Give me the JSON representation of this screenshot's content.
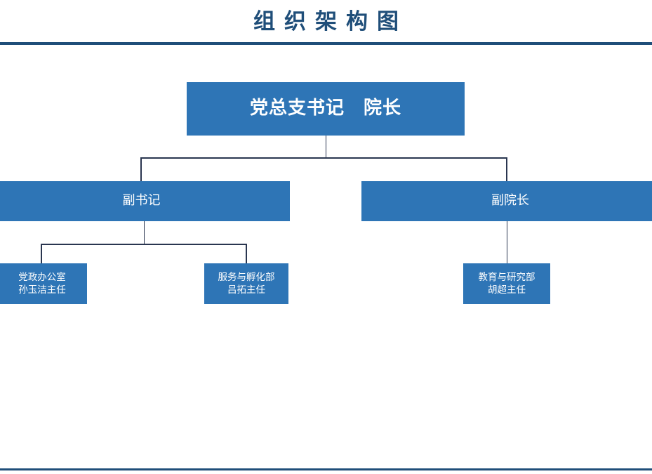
{
  "header": {
    "title": "组织架构图"
  },
  "chart": {
    "type": "org-chart",
    "root": {
      "label": "党总支书记　院长",
      "title_primary": "党总支书记",
      "title_secondary": "院长"
    },
    "level2": [
      {
        "label": "副书记"
      },
      {
        "label": "副院长"
      }
    ],
    "level3": [
      {
        "department": "党政办公室",
        "person": "孙玉洁主任",
        "parent": "副书记"
      },
      {
        "department": "服务与孵化部",
        "person": "吕拓主任",
        "parent": "副书记"
      },
      {
        "department": "教育与研究部",
        "person": "胡超主任",
        "parent": "副院长"
      }
    ]
  },
  "colors": {
    "node_fill": "#2E75B6",
    "node_text": "#FFFFFF",
    "title_text": "#1F4E79",
    "rule": "#1F4E79",
    "connector": "#2A3650",
    "background": "#FFFFFF"
  }
}
